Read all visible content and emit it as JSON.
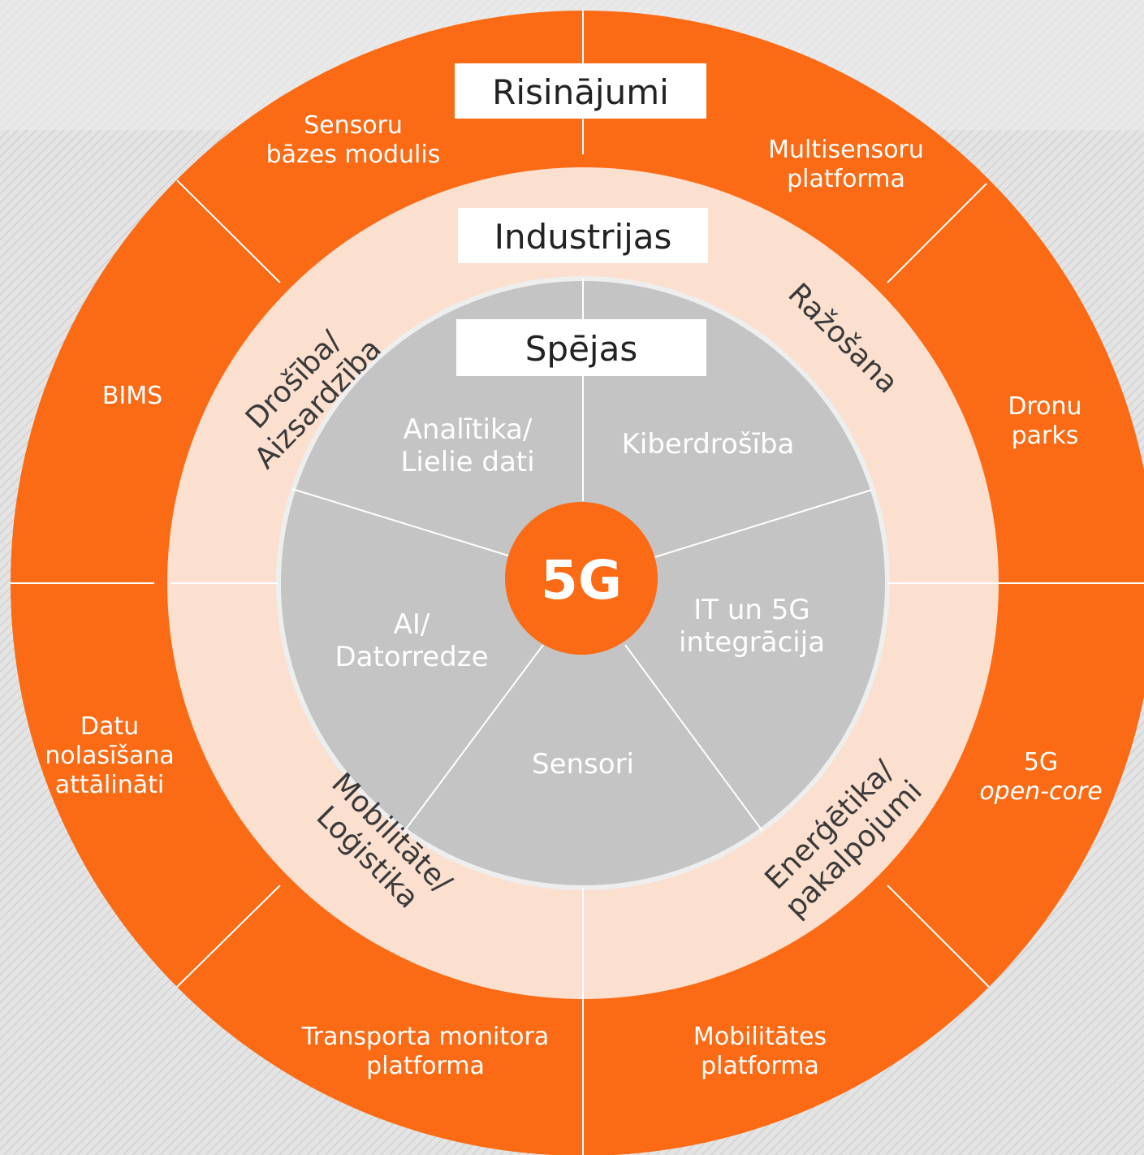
{
  "colors": {
    "outer_ring": "#fb6a14",
    "middle_ring": "#fbdfcf",
    "inner_disc": "#c4c4c4",
    "center": "#fb6a14",
    "tag_bg": "#ffffff",
    "tag_text": "#222222",
    "outer_text": "#ffffff",
    "middle_text": "#3a3a3a",
    "inner_text": "#ffffff",
    "divider": "#ffffff",
    "background": "#dcdcdc"
  },
  "center": {
    "label": "5G"
  },
  "tags": {
    "outer": "Risinājumi",
    "middle": "Industrijas",
    "inner": "Spējas"
  },
  "solutions": [
    {
      "id": "sensoru",
      "lines": [
        "Sensoru",
        "bāzes modulis"
      ]
    },
    {
      "id": "multisensoru",
      "lines": [
        "Multisensoru",
        "platforma"
      ]
    },
    {
      "id": "bims",
      "lines": [
        "BIMS"
      ]
    },
    {
      "id": "dronu",
      "lines": [
        "Dronu",
        "parks"
      ]
    },
    {
      "id": "datu",
      "lines": [
        "Datu",
        "nolasīšana",
        "attālināti"
      ]
    },
    {
      "id": "open-core",
      "lines": [
        "5G",
        "open-core"
      ]
    },
    {
      "id": "transporta",
      "lines": [
        "Transporta monitora",
        "platforma"
      ]
    },
    {
      "id": "mobilitates",
      "lines": [
        "Mobilitātes",
        "platforma"
      ]
    }
  ],
  "industries": [
    {
      "id": "drosiba",
      "lines": [
        "Drošība/",
        "Aizsardzība"
      ]
    },
    {
      "id": "razosana",
      "lines": [
        "Ražošana"
      ]
    },
    {
      "id": "mobilitate",
      "lines": [
        "Mobilitāte/",
        "Loģistika"
      ]
    },
    {
      "id": "energetika",
      "lines": [
        "Enerģētika/",
        "pakalpojumi"
      ]
    }
  ],
  "capabilities": [
    {
      "id": "analitika",
      "lines": [
        "Analītika/",
        "Lielie dati"
      ]
    },
    {
      "id": "kiberdrosiba",
      "lines": [
        "Kiberdrošība"
      ]
    },
    {
      "id": "it-5g",
      "lines": [
        "IT un 5G",
        "integrācija"
      ]
    },
    {
      "id": "sensori",
      "lines": [
        "Sensori"
      ]
    },
    {
      "id": "ai",
      "lines": [
        "AI/",
        "Datorredze"
      ]
    }
  ]
}
